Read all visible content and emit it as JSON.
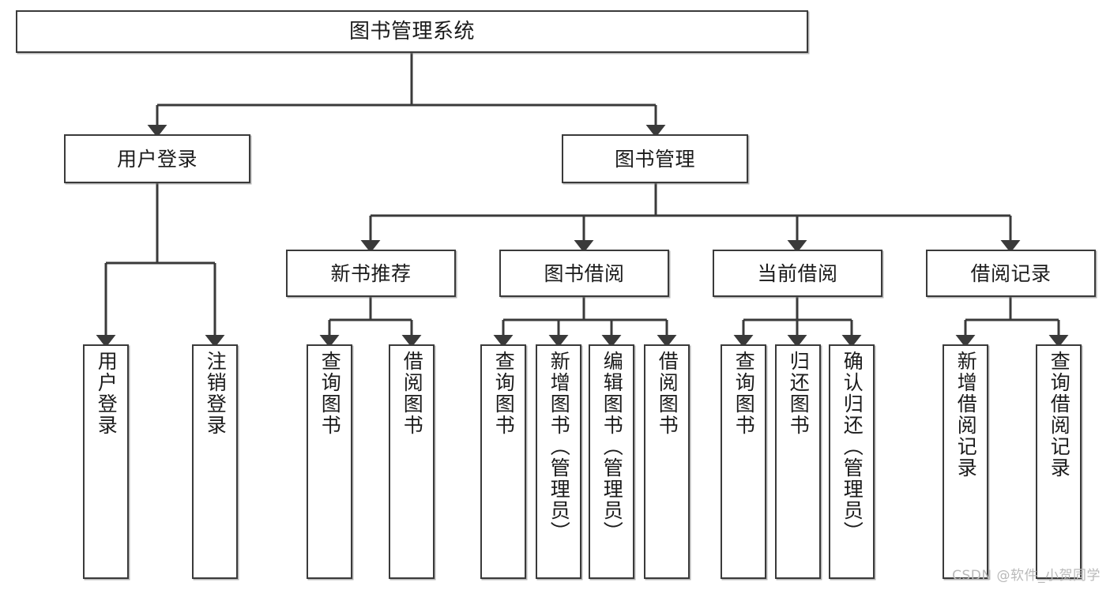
{
  "diagram": {
    "title": "图书管理系统",
    "type": "tree-hierarchy-flowchart",
    "watermark": "CSDN @软件_小贺同学",
    "colors": {
      "background": "#ffffff",
      "node_fill": "#ffffff",
      "node_border": "#3a3a3a",
      "connector": "#3a3a3a",
      "text": "#1b1b1b",
      "watermark": "#b9b9b9"
    },
    "root": {
      "label": "图书管理系统"
    },
    "level2": [
      {
        "label": "用户登录"
      },
      {
        "label": "图书管理"
      }
    ],
    "level3": [
      {
        "label": "新书推荐"
      },
      {
        "label": "图书借阅"
      },
      {
        "label": "当前借阅"
      },
      {
        "label": "借阅记录"
      }
    ],
    "leaves": {
      "user_login": [
        {
          "label": "用户登录"
        },
        {
          "label": "注销登录"
        }
      ],
      "new_book_recommend": [
        {
          "label": "查询图书"
        },
        {
          "label": "借阅图书"
        }
      ],
      "book_borrow": [
        {
          "label": "查询图书"
        },
        {
          "label": "新增图书（管理员）"
        },
        {
          "label": "编辑图书（管理员）"
        },
        {
          "label": "借阅图书"
        }
      ],
      "current_borrow": [
        {
          "label": "查询图书"
        },
        {
          "label": "归还图书"
        },
        {
          "label": "确认归还（管理员）"
        }
      ],
      "borrow_record": [
        {
          "label": "新增借阅记录"
        },
        {
          "label": "查询借阅记录"
        }
      ]
    }
  }
}
